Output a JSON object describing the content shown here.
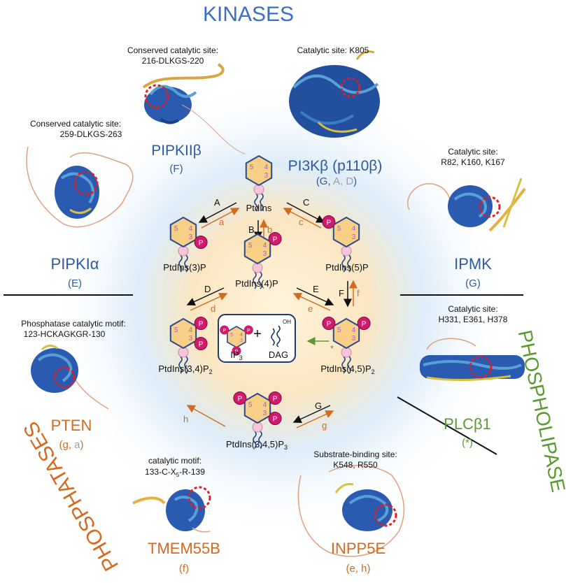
{
  "headers": {
    "kinases": "KINASES",
    "phospholipase": "PHOSPHOLIPASE",
    "phosphatases": "PHOSPHATASES"
  },
  "enzymes": {
    "pipkii": {
      "site": "Conserved catalytic site:",
      "motif": "216-DLKGS-220",
      "name": "PIPKIIβ",
      "route": "(F)"
    },
    "pi3k": {
      "site": "Catalytic site: K805",
      "name": "PI3Kβ (p110β)",
      "route_a": "(G, ",
      "route_b": "A, D",
      "route_c": ")"
    },
    "pipki": {
      "site": "Conserved catalytic site:",
      "motif": "259-DLKGS-263",
      "name": "PIPKIα",
      "route": "(E)"
    },
    "ipmk": {
      "site": "Catalytic site:",
      "motif": "R82, K160, K167",
      "name": "IPMK",
      "route": "(G)"
    },
    "pten": {
      "site": "Phosphatase catalytic motif:",
      "motif": "123-HCKAGKGR-130",
      "name": "PTEN",
      "route_a": "(g, ",
      "route_b": "a",
      "route_c": ")"
    },
    "plc": {
      "site": "Catalytic site:",
      "motif": "H331, E361, H378",
      "name": "PLCβ1",
      "route": "(*)"
    },
    "tmem": {
      "site": "catalytic motif:",
      "motif": "133-C-X5-R-139",
      "name": "TMEM55B",
      "route": "(f)"
    },
    "inpp": {
      "site": "Substrate-binding site:",
      "motif": "K548, R550",
      "name": "INPP5E",
      "route": "(e, h)"
    }
  },
  "lipids": {
    "ptdins": "PtdIns",
    "p3": "PtdIns(3)P",
    "p4": "PtdIns(4)P",
    "p5": "PtdIns(5)P",
    "p34": "PtdIns(3,4)P2",
    "p45": "PtdIns(4,5)P2",
    "p345": "PtdIns(3,4,5)P3"
  },
  "products": {
    "ip3": "IP3",
    "dag": "DAG",
    "plus": "+",
    "oh": "OH"
  },
  "ring": {
    "p": "P",
    "n3": "3",
    "n4": "4",
    "n5": "5"
  },
  "arrows": {
    "A": "A",
    "a": "a",
    "B": "B",
    "b": "b",
    "C": "C",
    "c": "c",
    "D": "D",
    "d": "d",
    "E": "E",
    "e": "e",
    "F": "F",
    "f": "f",
    "G": "G",
    "g": "g",
    "h": "h",
    "star": "*"
  },
  "colors": {
    "kinase": "#3b6fc4",
    "enzyme_blue": "#2d5aa0",
    "phosphatase": "#d46a1f",
    "phospholipase": "#5a9a2e",
    "phosphate": "#d01a6e",
    "ring": "#f7cf86",
    "ring_edge": "#2a4a8c",
    "inositol": "#f5c6d8",
    "black_arrow": "#111111",
    "orange_arrow": "#d46a1f",
    "glow": "#cfe6f8",
    "core_glow": "#fbe3b8"
  }
}
